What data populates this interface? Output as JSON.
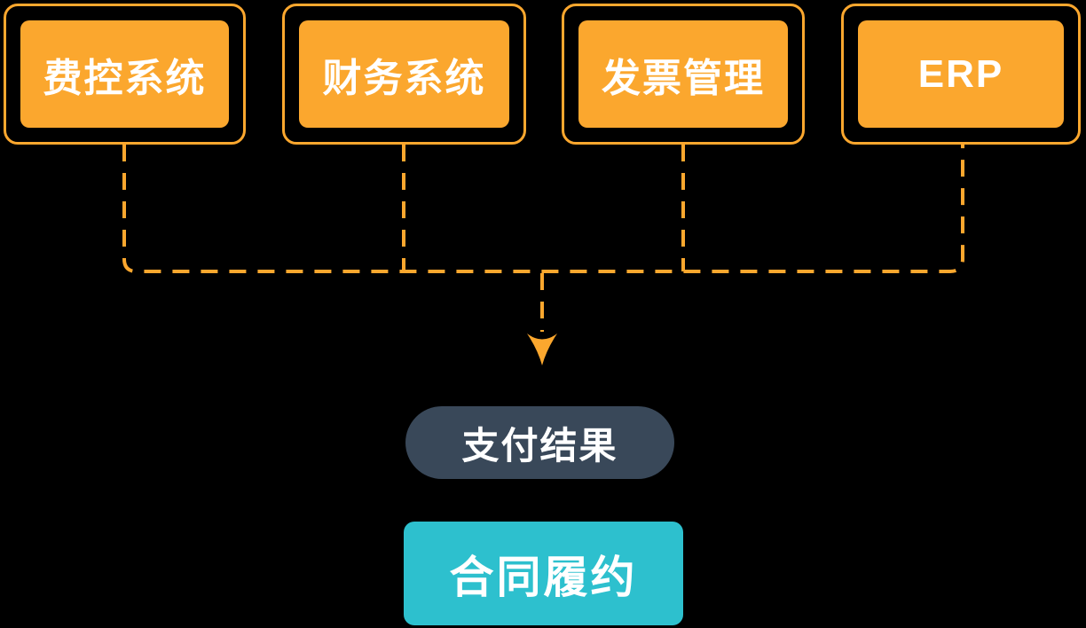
{
  "diagram": {
    "title": "system-integration-flow",
    "colors": {
      "orange": "#FBA72E",
      "dark_slate": "#394859",
      "teal": "#2DC0CE",
      "text_white": "#FFFFFF",
      "background": "#000000"
    },
    "source_nodes": [
      {
        "label": "费控系统"
      },
      {
        "label": "财务系统"
      },
      {
        "label": "发票管理"
      },
      {
        "label": "ERP"
      }
    ],
    "connector": {
      "style": "dashed",
      "direction": "down",
      "arrow": "down-arrow"
    },
    "result_node": {
      "label": "支付结果"
    },
    "target_node": {
      "label": "合同履约"
    }
  }
}
